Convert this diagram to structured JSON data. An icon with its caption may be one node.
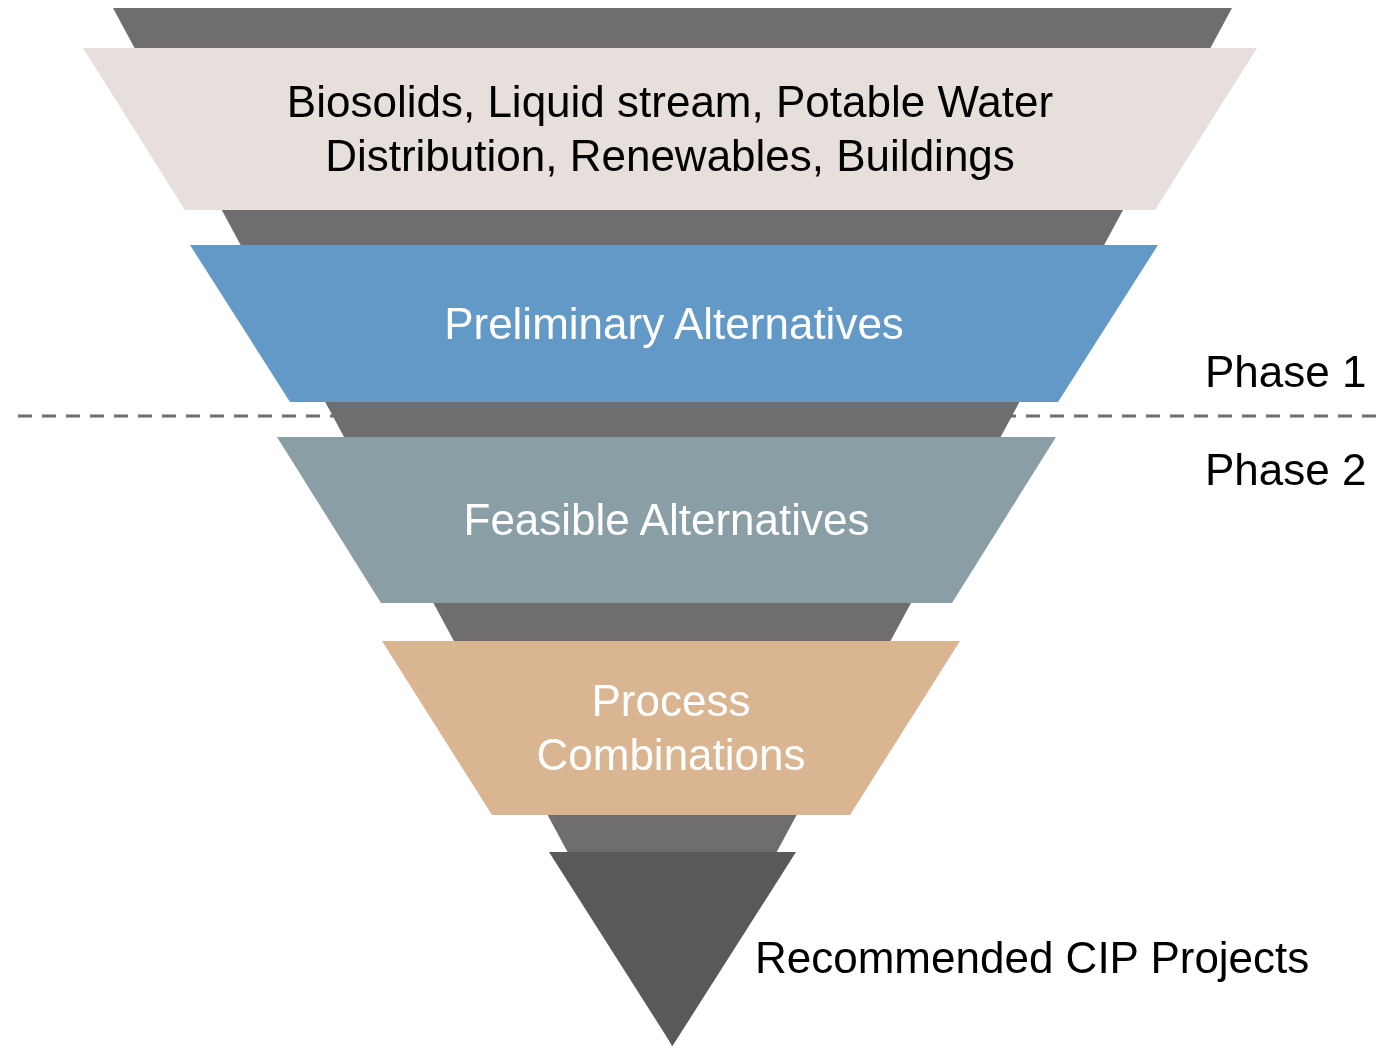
{
  "diagram": {
    "nodes": [
      {
        "text": [
          "Biosolids, Liquid stream, Potable Water Distribution, Renewables, Buildings"
        ]
      },
      {
        "text": [
          "Preliminary Alternatives"
        ]
      },
      {
        "text": [
          "Feasible Alternatives"
        ]
      },
      {
        "text": [
          "Process Combinations"
        ]
      },
      {
        "text": [],
        "shape": "triangle",
        "beside": [
          "Recommended CIP Projects"
        ]
      }
    ],
    "labels": [
      "Phase 1",
      "Phase 2"
    ]
  }
}
